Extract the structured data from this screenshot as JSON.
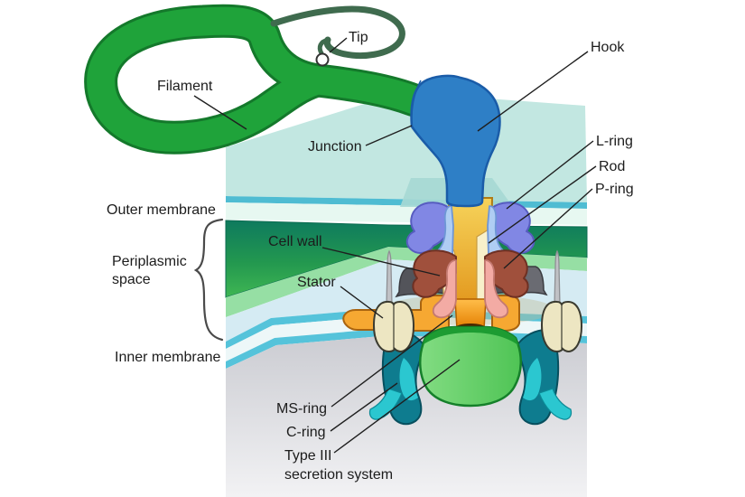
{
  "diagram": {
    "title_hint": "Bacterial flagellum motor diagram",
    "labels": {
      "tip": "Tip",
      "filament": "Filament",
      "hook": "Hook",
      "junction": "Junction",
      "l_ring": "L-ring",
      "rod": "Rod",
      "p_ring": "P-ring",
      "outer_membrane": "Outer membrane",
      "cell_wall": "Cell wall",
      "periplasmic_1": "Periplasmic",
      "periplasmic_2": "space",
      "stator": "Stator",
      "inner_membrane": "Inner membrane",
      "ms_ring": "MS-ring",
      "c_ring": "C-ring",
      "t3ss_1": "Type III",
      "t3ss_2": "secretion system"
    },
    "colors": {
      "filament": "#1FA33A",
      "filament_outline": "#14792B",
      "tip_dark": "#3F6B4E",
      "hook": "#2E7FC6",
      "hook_outline": "#1A5CA8",
      "rod_outline": "#B07B15",
      "channel_cream": "#F8F0CA",
      "l_ring": "#8187E4",
      "l_ring_outline": "#575CC0",
      "l_ring_inner": "#AFCDF3",
      "p_ring": "#A0503C",
      "p_ring_outline": "#6E3023",
      "p_ring_inner": "#F3ABA4",
      "bell_gray": "#6A6B72",
      "bell_dark": "#53545A",
      "spike_gray": "#C0C1C5",
      "stator_cream": "#EDE6C2",
      "stator_outline": "#3B3B30",
      "ms_ring_orange": "#F6A832",
      "ms_ring_outline": "#A96410",
      "t3ss_rim": "#1D9C32",
      "t3ss_outline": "#15802A",
      "c_ring": "#0E7C8F",
      "c_ring_outline": "#074F5E",
      "c_ring_accent": "#2BC7D0",
      "top_face": "#C2E7E1",
      "om_stripe": "#4FBCD2",
      "om_pale": "#E7F8F1",
      "wall_band": "#96DFA4",
      "periplasm": "#D5EBF3",
      "im_stripe": "#55C3DA",
      "im_pale": "#EDF7F8",
      "membrane_label": "#1E7FA6",
      "label": "#1C1C1C"
    }
  }
}
